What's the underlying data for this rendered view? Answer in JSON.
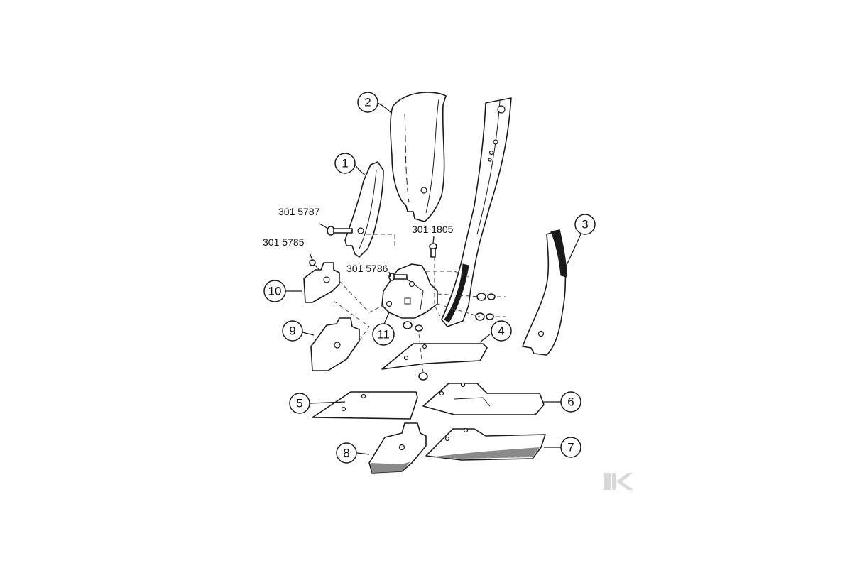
{
  "callouts": [
    {
      "id": "1",
      "label": "1"
    },
    {
      "id": "2",
      "label": "2"
    },
    {
      "id": "3",
      "label": "3"
    },
    {
      "id": "4",
      "label": "4"
    },
    {
      "id": "5",
      "label": "5"
    },
    {
      "id": "6",
      "label": "6"
    },
    {
      "id": "7",
      "label": "7"
    },
    {
      "id": "8",
      "label": "8"
    },
    {
      "id": "9",
      "label": "9"
    },
    {
      "id": "10",
      "label": "10"
    },
    {
      "id": "11",
      "label": "11"
    }
  ],
  "part_numbers": {
    "bolt_5787": "301 5787",
    "bolt_5785": "301 5785",
    "bolt_5786": "301 5786",
    "bolt_1805": "301 1805"
  },
  "watermark": {
    "letter": "K",
    "color": "#d9d9d9"
  }
}
